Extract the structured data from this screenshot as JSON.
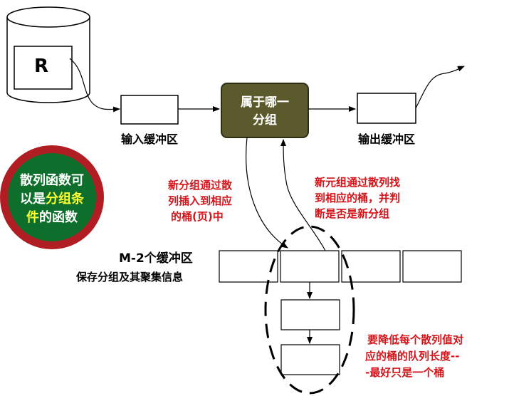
{
  "relation": {
    "name": "R"
  },
  "input_buffer": {
    "label": "输入缓冲区"
  },
  "output_buffer": {
    "label": "输出缓冲区"
  },
  "group_box": {
    "line1": "属于哪一",
    "line2": "分组"
  },
  "hash_circle": {
    "line1": "散列函数可",
    "line2_a": "以是",
    "line2_b": "分组条",
    "line3_a": "件",
    "line3_b": "的函数"
  },
  "annot_insert": {
    "line1": "新分组通过散",
    "line2": "列插入到相应",
    "line3": "的桶(页)中"
  },
  "annot_find": {
    "line1": "新元组通过散列找",
    "line2": "到相应的桶，并判",
    "line3": "断是否是新分组"
  },
  "buffers": {
    "title": "M-2个缓冲区",
    "subtitle": "保存分组及其聚集信息"
  },
  "annot_reduce": {
    "line1": "要降低每个散列值对",
    "line2": "应的桶的队列长度--",
    "line3": "-最好只是一个桶"
  },
  "colors": {
    "group_box_fill": "#5a5a2c",
    "circle_ring": "#b01e24",
    "circle_fill": "#0e6e2c",
    "highlight": "#ffff33",
    "annotation": "#d4141a"
  }
}
